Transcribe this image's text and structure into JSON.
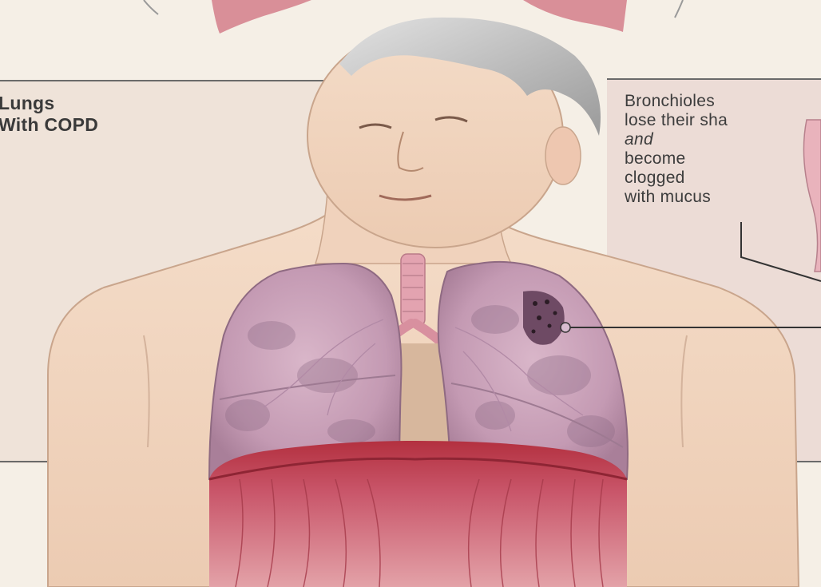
{
  "title": {
    "line1": "Lungs",
    "line2": "With COPD"
  },
  "callout": {
    "line1": "Bronchioles",
    "line2": "lose their sha",
    "line3": "and",
    "line4": "become",
    "line5": "clogged",
    "line6": "with mucus"
  },
  "colors": {
    "background": "#f3ede4",
    "skin": "#f2d9c4",
    "lung": "#c9a0b8",
    "diaphragm": "#b83a48",
    "hair": "#c8c8c8"
  }
}
